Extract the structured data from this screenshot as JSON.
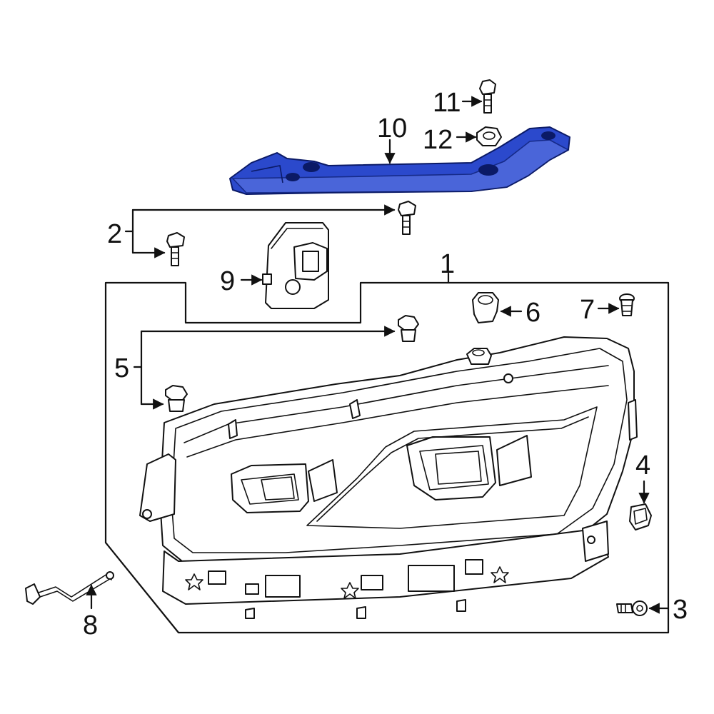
{
  "callouts": {
    "c1": "1",
    "c2": "2",
    "c3": "3",
    "c4": "4",
    "c5": "5",
    "c6": "6",
    "c7": "7",
    "c8": "8",
    "c9": "9",
    "c10": "10",
    "c11": "11",
    "c12": "12"
  },
  "colors": {
    "highlight": "#2b49cc",
    "line": "#111111",
    "background": "#ffffff"
  }
}
